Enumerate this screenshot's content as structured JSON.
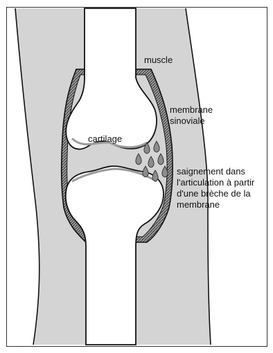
{
  "labels": {
    "muscle": "muscle",
    "membrane_line1": "membrane",
    "membrane_line2": "sinoviale",
    "cartilage": "cartilage",
    "bleeding_line1": "saignement dans",
    "bleeding_line2": "l'articulation à partir",
    "bleeding_line3": "d'une brèche de la",
    "bleeding_line4": "membrane"
  },
  "colors": {
    "soft_tissue": "#d4d4d4",
    "bone": "#ffffff",
    "outline": "#111111",
    "membrane_band": "#8a8a8a",
    "blood": "#8c8c8c"
  }
}
